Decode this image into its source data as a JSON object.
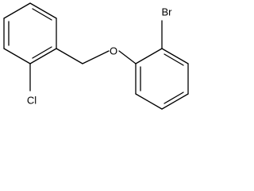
{
  "atoms": {
    "bromine": "Br",
    "oxygen": "O",
    "chlorine": "Cl"
  },
  "colors": {
    "bond": "#000000",
    "background": "#ffffff"
  }
}
